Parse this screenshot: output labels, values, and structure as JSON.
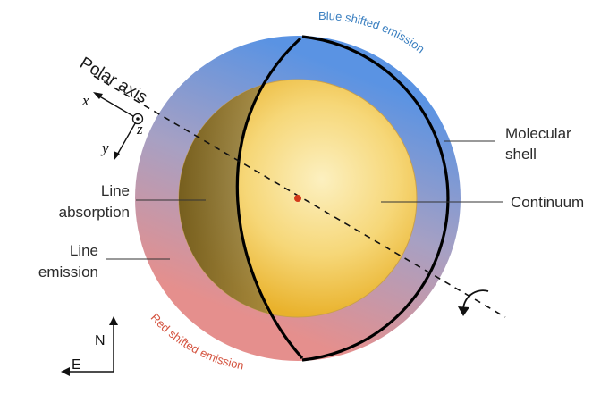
{
  "diagram": {
    "polar_axis_label": "Polar axis",
    "blue_arc_label": "Blue shifted emission",
    "red_arc_label": "Red shifted emission",
    "molecular_shell_line1": "Molecular",
    "molecular_shell_line2": "shell",
    "continuum_label": "Continuum",
    "line_absorption_line1": "Line",
    "line_absorption_line2": "absorption",
    "line_emission_line1": "Line",
    "line_emission_line2": "emission",
    "axis_x": "x",
    "axis_y": "y",
    "axis_z": "z",
    "compass_north": "N",
    "compass_east": "E"
  },
  "colors": {
    "blue_shell": "#5a93e3",
    "red_shell": "#e58f8d",
    "continuum_core": "#fbe7a0",
    "continuum_edge": "#e9b22c",
    "absorption_shade": "#5e4b10",
    "center_dot": "#d33a1b",
    "blue_text": "#3a7fc0",
    "red_text": "#d4533f"
  }
}
